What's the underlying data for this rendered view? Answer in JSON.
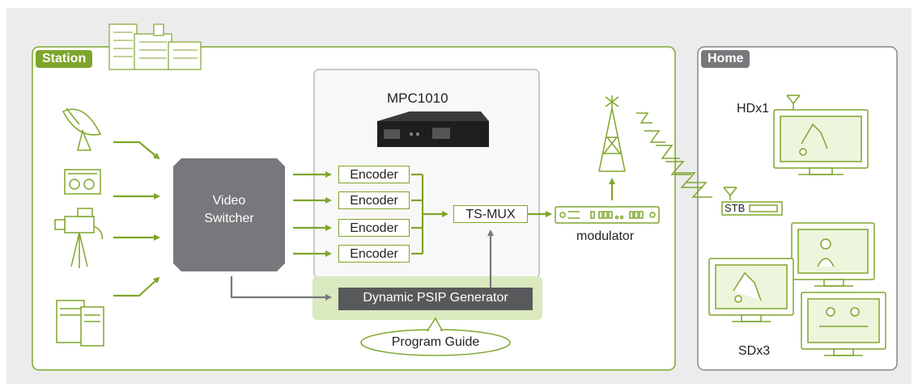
{
  "station": {
    "label": "Station"
  },
  "home": {
    "label": "Home"
  },
  "product": {
    "name": "MPC1010"
  },
  "switcher": {
    "line1": "Video",
    "line2": "Switcher"
  },
  "encoders": [
    "Encoder",
    "Encoder",
    "Encoder",
    "Encoder"
  ],
  "tsmux": {
    "label": "TS-MUX"
  },
  "modulator": {
    "label": "modulator"
  },
  "psip": {
    "label": "Dynamic PSIP Generator"
  },
  "program_guide": {
    "label": "Program Guide"
  },
  "hd": {
    "label": "HDx1"
  },
  "stb": {
    "label": "STB"
  },
  "sd": {
    "label": "SDx3"
  },
  "colors": {
    "green": "#7ea52b",
    "light_green": "#dbe9bf",
    "gray_box": "#77787b",
    "background": "#ececec"
  },
  "icons": [
    "satellite-dish-icon",
    "tape-deck-icon",
    "video-camera-icon",
    "server-icon",
    "station-building-icon",
    "broadcast-tower-icon",
    "antenna-icon",
    "television-icon"
  ]
}
